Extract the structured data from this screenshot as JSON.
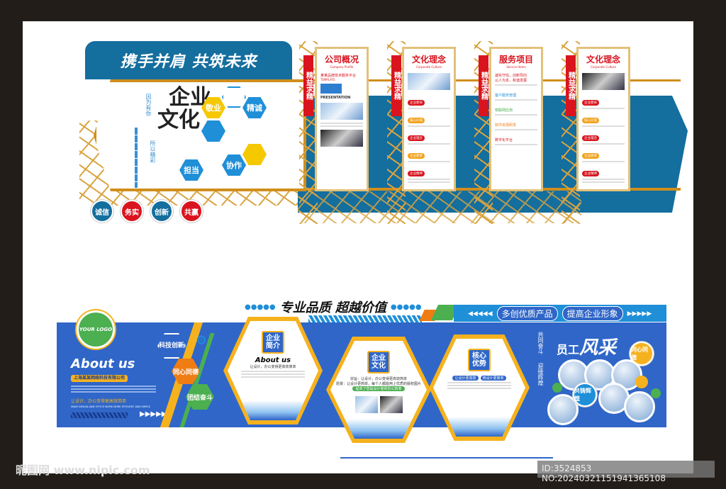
{
  "top_wall": {
    "banner": "携手并肩 共筑未来",
    "title_chars": [
      "企业",
      "文化"
    ],
    "side_left": "因为有你",
    "side_right": "所以精彩",
    "hexagons": [
      "敬业",
      "精诚",
      "担当",
      "协作"
    ],
    "circles": [
      {
        "text": "诚信",
        "color": "#146e9e"
      },
      {
        "text": "务实",
        "color": "#d9141e"
      },
      {
        "text": "创新",
        "color": "#146e9e"
      },
      {
        "text": "共赢",
        "color": "#d9141e"
      }
    ],
    "tag": "精益求精",
    "panels": [
      {
        "title": "公司概况",
        "subtitle": "Company Profile",
        "lead": "某某品牌技术服务平台",
        "lead2": "TEMPLATE",
        "extra": "PRESENTATION"
      },
      {
        "title": "文化理念",
        "subtitle": "Corporate Culture",
        "items": [
          "企业使命",
          "核心价值",
          "企业理念",
          "企业愿景",
          "企业精神"
        ]
      },
      {
        "title": "服务项目",
        "subtitle": "Service Items",
        "lead": "诚实守信，创新导向",
        "lead2": "以人为本，和谐发展",
        "services": [
          "客户服务管理",
          "物联网应用",
          "软件资源研发",
          "数字化平台"
        ]
      },
      {
        "title": "文化理念",
        "subtitle": "Corporate Culture",
        "items": [
          "企业使命",
          "核心价值",
          "企业理念",
          "企业愿景",
          "企业精神"
        ]
      }
    ]
  },
  "bottom_wall": {
    "headline": "专业品质 超越价值",
    "logo": {
      "text": "YOUR LOGO",
      "color": "#4caf50"
    },
    "about_title": "About us",
    "company": "上海某某网络科技有限公司",
    "slogan": "让设计，办公变得更高效简单",
    "slogan_en": "MAKE DESIGN AND OFFICE WORK MORE EFFICIENT AND SIMPLE",
    "values": [
      {
        "text": "科技创新",
        "color": "#2f66c8"
      },
      {
        "text": "同心同德",
        "color": "#ef7d14"
      },
      {
        "text": "团结奋斗",
        "color": "#4caf50"
      }
    ],
    "hex_panels": [
      {
        "badge": "企业简介",
        "heading": "About us",
        "note": "让设计，办公变得更高效简单"
      },
      {
        "badge": "企业文化",
        "line1": "宗旨：让设计，办公变得更高效简单",
        "line2": "愿景：让设计更简单，每个人都能用上优质的版权图片",
        "pill": "提高了您是设计者的办公效率"
      },
      {
        "badge": "核心优势",
        "pill1": "让设计更高效",
        "pill2": "用设计更简单"
      }
    ],
    "slogan_pills": [
      "多创优质产品",
      "提高企业形象"
    ],
    "vertical_1": "共同奋斗",
    "vertical_2": "迎接辉煌",
    "staff_title_1": "员工",
    "staff_title_2": "风采",
    "staff_circles": [
      "同心同德",
      "共铸辉煌"
    ],
    "accent": "#2f66c8",
    "gold": "#f6b21e"
  },
  "watermark": {
    "site": "昵图网 www.nipic.com",
    "id": "ID:3524853 NO:20240321151941365108"
  }
}
